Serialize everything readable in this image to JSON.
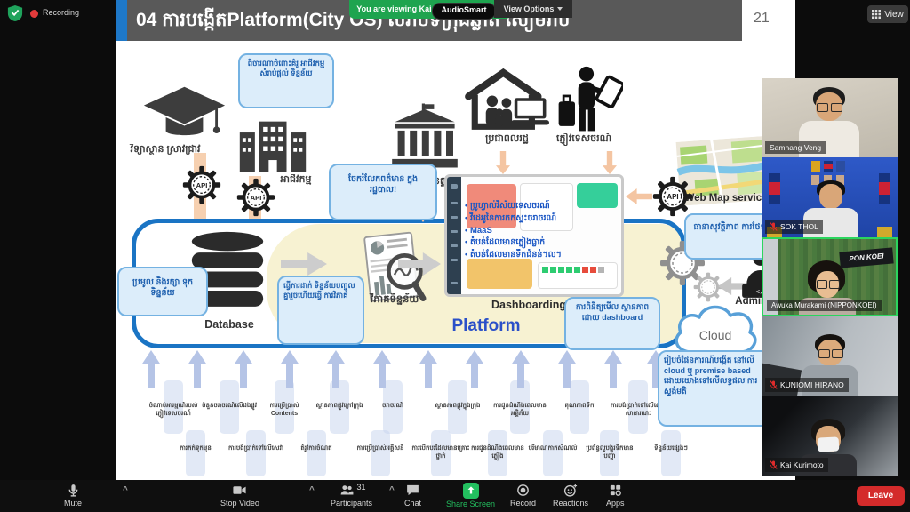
{
  "meeting": {
    "recording_label": "Recording",
    "viewing_banner": "You are viewing Kai Kurimoto's screen",
    "audiosmart_label": "AudioSmart",
    "view_options_label": "View Options",
    "view_button_label": "View",
    "page_number": "21"
  },
  "slide": {
    "title": "04 ការបង្កើតPlatform(City OS) សំរាប់ទីក្រុងឆ្លាត សៀមរាប",
    "api_label": "API",
    "database_label": "Database",
    "analysis_label": "វិភាគទិន្នន័យ",
    "platform_label": "Platform",
    "dashboarding_label": "Dashboarding",
    "webmap_label": "Web Map service",
    "admin_label": "Administrator",
    "cloud_label": "Cloud",
    "actors": {
      "research": "វិទ្យាស្ថាន ស្រាវជ្រាវ",
      "business": "អាជីវកម្ម",
      "provincial": "រដ្ឋបាលខេត្ត",
      "citizens": "ប្រជាពលរដ្ឋ",
      "tourists": "ភ្ញៀវទេសចរណ៍"
    },
    "bubbles": {
      "consider_business_model": "ពិចារណាចំពោះគំរូ អាជីវកម្មសំរាប់ផ្តល់ ទិន្នន័យ",
      "share_info": "ចែករំលែកពត៌មាន ក្នុងរដ្ឋបាល!",
      "collect_store": "ប្រមូល និងរក្សា ទុកទិន្នន័យ",
      "merge_analyze": "ធ្វើការដាក់ ទិន្នន័យបញ្ចូល គ្នារួចហើយធ្វើ ការវិភាគ",
      "monitor_dashboard": "ការពិនិត្យមើល ស្ថានភាពដោយ dashboard",
      "security_maintenance": "ធានាសុវត្ថិភាព ការថែទាំ",
      "cloud_premise": "រៀបចំផែនការណ៍បង្កើត នៅលើ cloud ឬ premise based ដោយយោងទៅលើលទ្ធផល ការស្ទង់មតិ"
    },
    "dashboard_bullets": [
      "ប្រូហ្វាល់វិស័យទេសចរណ៍",
      "វីដេអូនៃការកកស្ទះចរាចរណ៍",
      "MaaS",
      "តំបន់ដែលមានភ្លៀងធ្លាក់",
      "តំបន់ដែលមានទឹកជំនន់។ល។"
    ],
    "data_sources_row1": [
      "ចំណាប់អារម្មណ៍របស់ភ្ញៀវទេសចរណ៍",
      "ចំនួនចរាចរណ៍លើដងផ្លូវ",
      "ការប្រើប្រាស់ Contents",
      "ស្ថានភាពផ្លូវក្រៅក្រុង",
      "ចរាចរណ៍",
      "ស្ថានភាពផ្លូវក្នុងក្រុង",
      "ការជូនដំណឹងពេលមានអគ្គិភ័យ",
      "គុណភាពទឹក",
      "ការបង់ប្រាក់ទៅលើសេវាសាធារណៈ"
    ],
    "data_sources_row2": [
      "ការកក់ទុកមុន",
      "ការបង់ប្រាក់ទៅលើសេវា",
      "តំរូវការចំណត",
      "ការប្រើប្រាស់អគ្គិសនី",
      "ការបើកបរដែលមានគ្រោះថ្នាក់",
      "ការជូនដំណឹងពេលមានភ្លៀង",
      "បរិមាណកាកសំណល់",
      "ប្រព័ន្ធលូបង្ហូរទឹកមានបញ្ហា",
      "ទិន្នន័យផ្សេងៗ"
    ]
  },
  "participants": [
    {
      "name": "Samnang Veng",
      "muted": false
    },
    {
      "name": "SOK THOL",
      "muted": true
    },
    {
      "name": "Awuka Murakami (NIPPONKOEI)",
      "muted": false,
      "speaking": true,
      "sign": "PON KOEI"
    },
    {
      "name": "KUNIOMI HIRANO",
      "muted": true
    },
    {
      "name": "Kai Kurimoto",
      "muted": true
    }
  ],
  "toolbar": {
    "mute": "Mute",
    "stop_video": "Stop Video",
    "participants": "Participants",
    "participants_count": "31",
    "chat": "Chat",
    "share_screen": "Share Screen",
    "record": "Record",
    "reactions": "Reactions",
    "apps": "Apps",
    "leave": "Leave"
  },
  "colors": {
    "accent_blue": "#1a74c4",
    "zoom_green": "#23bf5f",
    "leave_red": "#d42b2b",
    "bubble_border": "#74b2e2",
    "platform_text": "#2b50c8"
  }
}
